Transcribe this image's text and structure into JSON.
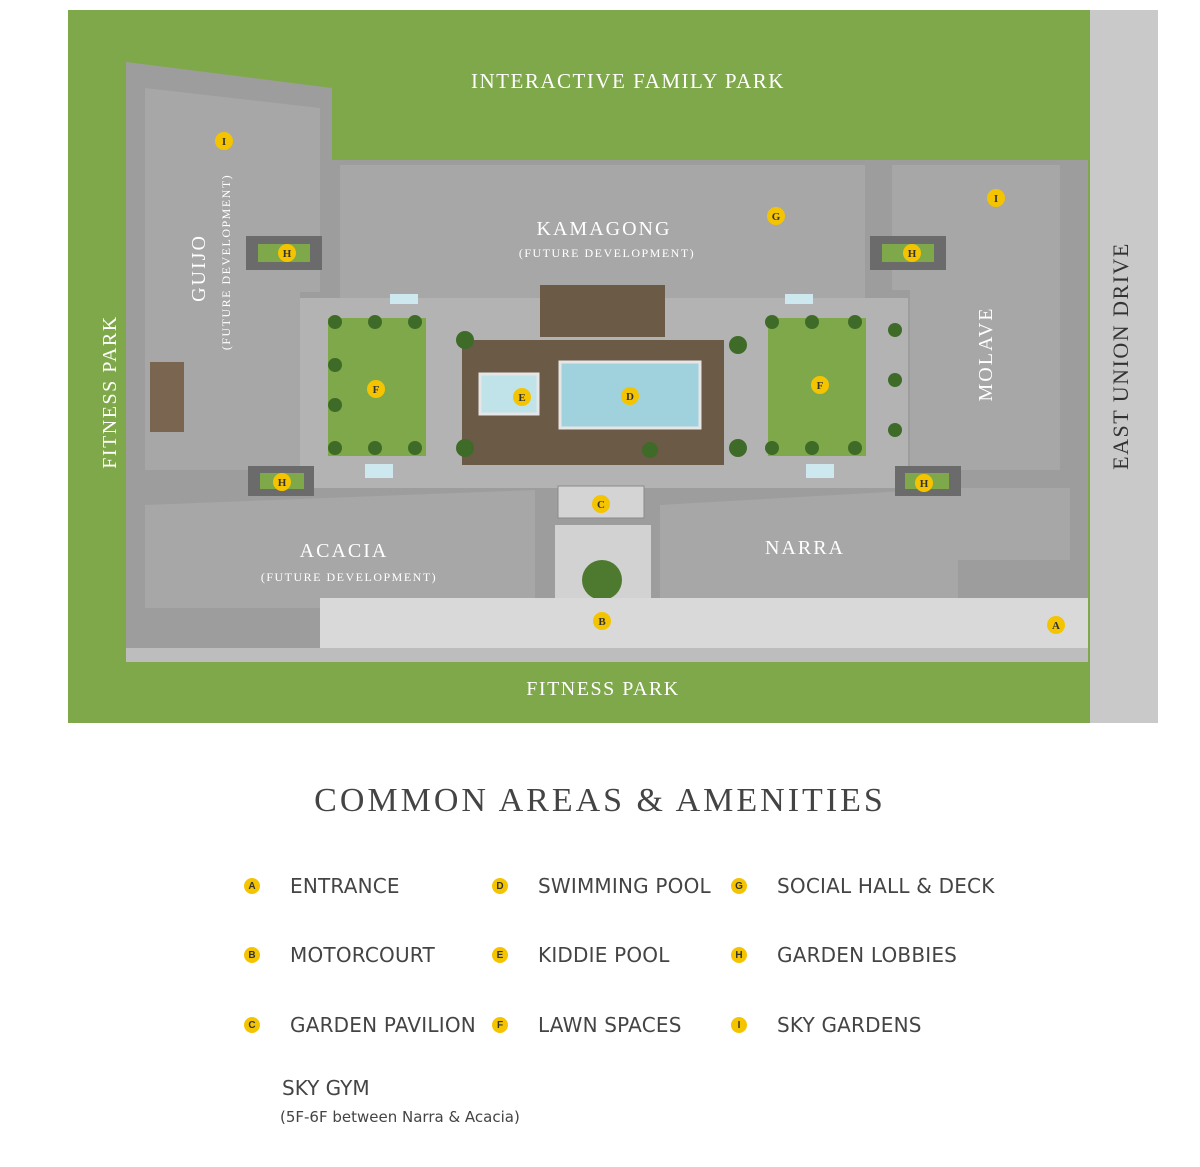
{
  "map": {
    "labels": {
      "interactive_park": "INTERACTIVE FAMILY PARK",
      "fitness_park_bottom": "FITNESS PARK",
      "fitness_park_left": "FITNESS PARK",
      "east_union_drive": "EAST UNION DRIVE"
    },
    "buildings": {
      "kamagong": {
        "name": "KAMAGONG",
        "sub": "(FUTURE DEVELOPMENT)"
      },
      "guijo": {
        "name": "GUIJO",
        "sub": "(FUTURE DEVELOPMENT)"
      },
      "acacia": {
        "name": "ACACIA",
        "sub": "(FUTURE DEVELOPMENT)"
      },
      "narra": {
        "name": "NARRA"
      },
      "molave": {
        "name": "MOLAVE"
      }
    },
    "markers": [
      "I",
      "I",
      "G",
      "H",
      "H",
      "H",
      "H",
      "F",
      "F",
      "E",
      "D",
      "C",
      "B",
      "A"
    ]
  },
  "legend": {
    "title": "COMMON AREAS & AMENITIES",
    "items": [
      {
        "key": "A",
        "label": "ENTRANCE"
      },
      {
        "key": "B",
        "label": "MOTORCOURT"
      },
      {
        "key": "C",
        "label": "GARDEN PAVILION"
      },
      {
        "key": "D",
        "label": "SWIMMING POOL"
      },
      {
        "key": "E",
        "label": "KIDDIE POOL"
      },
      {
        "key": "F",
        "label": "LAWN SPACES"
      },
      {
        "key": "G",
        "label": "SOCIAL HALL & DECK"
      },
      {
        "key": "H",
        "label": "GARDEN LOBBIES"
      },
      {
        "key": "I",
        "label": "SKY GARDENS"
      }
    ],
    "sky_gym": {
      "label": "SKY GYM",
      "note": "(5F-6F between Narra & Acacia)"
    }
  },
  "colors": {
    "grass": "#7fa84a",
    "building": "#a7a7a7",
    "road": "#c9c9c9",
    "pool": "#9fd2dc",
    "deck": "#6b5a46",
    "marker": "#f5c400"
  }
}
